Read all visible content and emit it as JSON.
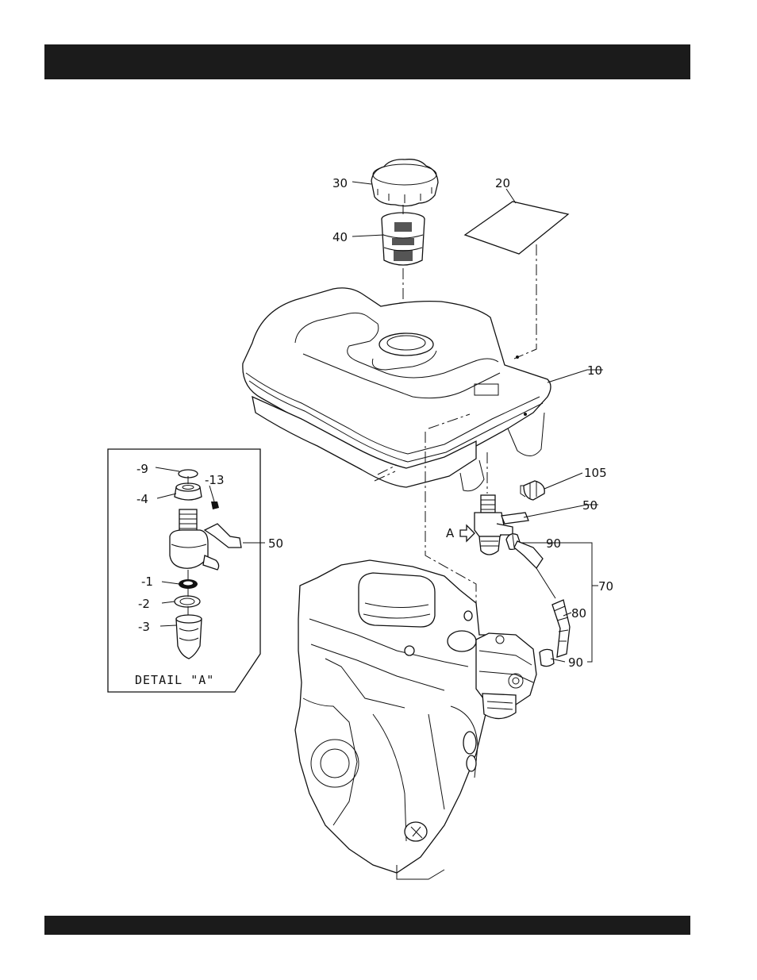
{
  "labels": {
    "cap": "30",
    "strainer": "40",
    "decal": "20",
    "tank": "10",
    "bolt": "105",
    "fuel_cock": "50",
    "arrow_a": "A",
    "clamp_top": "90",
    "hose_assembly": "70",
    "hose": "80",
    "clamp_bottom": "90",
    "detail_oring": "-9",
    "detail_nut": "-4",
    "detail_screw": "-13",
    "detail_packing": "-1",
    "detail_gasket": "-2",
    "detail_cup": "-3",
    "detail_assembly": "50",
    "detail_title": "DETAIL \"A\""
  },
  "colors": {
    "bar": "#1b1b1b",
    "ink": "#111111",
    "paper": "#ffffff"
  }
}
